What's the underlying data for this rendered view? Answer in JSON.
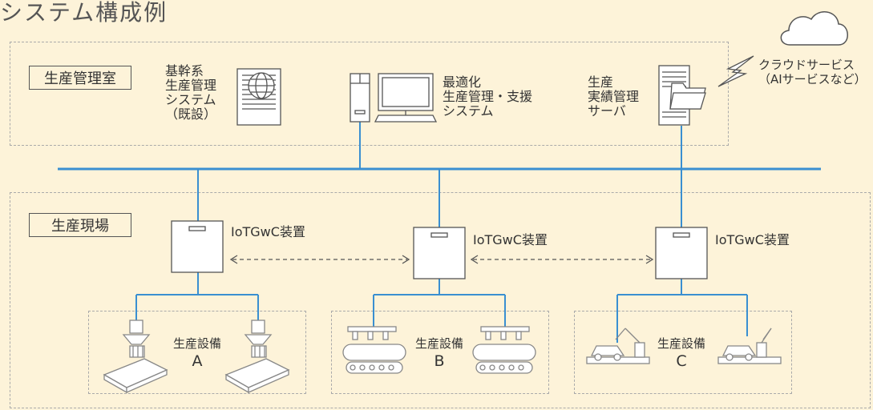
{
  "title": "システム構成例",
  "areas": {
    "control_room": "生産管理室",
    "field": "生産現場"
  },
  "systems": {
    "legacy": [
      "基幹系",
      "生産管理",
      "システム",
      "（既設）"
    ],
    "optimization": [
      "最適化",
      "生産管理・支援",
      "システム"
    ],
    "results_server": [
      "生産",
      "実績管理",
      "サーバ"
    ],
    "cloud": [
      "クラウドサービス",
      "（AIサービスなど）"
    ]
  },
  "gateways": [
    {
      "label": "IoTGwC装置"
    },
    {
      "label": "IoTGwC装置"
    },
    {
      "label": "IoTGwC装置"
    }
  ],
  "equipment": [
    {
      "label": "生産設備",
      "letter": "A"
    },
    {
      "label": "生産設備",
      "letter": "B"
    },
    {
      "label": "生産設備",
      "letter": "C"
    }
  ],
  "colors": {
    "network_line": "#3a8fd1",
    "background": "#fdf3d9",
    "dashed_border": "#aaaaaa"
  }
}
